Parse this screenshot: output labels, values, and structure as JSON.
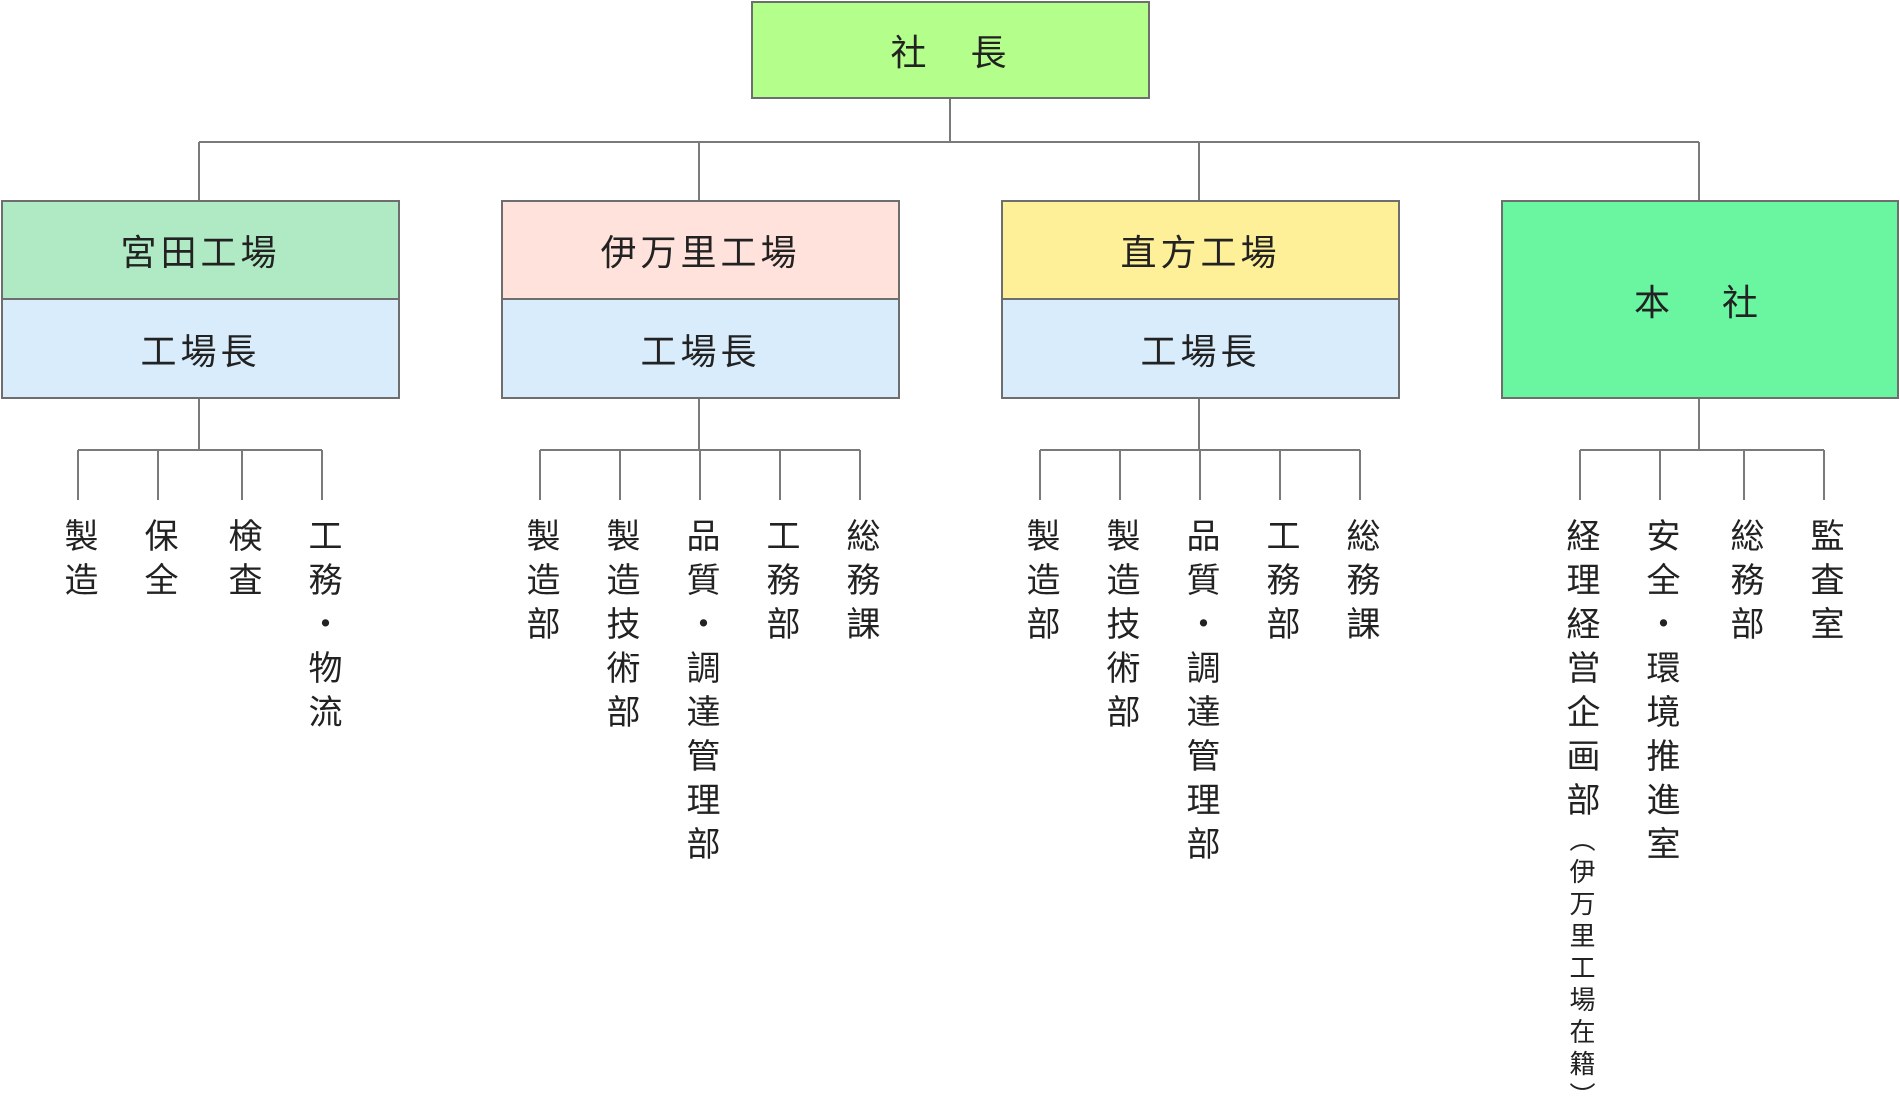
{
  "president": {
    "label": "社　長",
    "color": "#b4ff8c"
  },
  "divisions": [
    {
      "id": "miyata",
      "name": "宮田工場",
      "head": "工場長",
      "name_color": "#b0eac4",
      "head_color": "#d8ecfb",
      "units": [
        "製造",
        "保全",
        "検査",
        "工務・物流"
      ]
    },
    {
      "id": "imari",
      "name": "伊万里工場",
      "head": "工場長",
      "name_color": "#ffe2dc",
      "head_color": "#d8ecfb",
      "units": [
        "製造部",
        "製造技術部",
        "品質・調達管理部",
        "工務部",
        "総務課"
      ]
    },
    {
      "id": "nogata",
      "name": "直方工場",
      "head": "工場長",
      "name_color": "#fef098",
      "head_color": "#d8ecfb",
      "units": [
        "製造部",
        "製造技術部",
        "品質・調達管理部",
        "工務部",
        "総務課"
      ]
    },
    {
      "id": "honsha",
      "name": "本　社",
      "name_color": "#6af6a0",
      "units": [
        "経理経営企画部",
        "安全・環境推進室",
        "総務部",
        "監査室"
      ],
      "unit_notes": [
        "（伊万里工場在籍）",
        "",
        "",
        ""
      ]
    }
  ],
  "line_color": "#7a7a7a"
}
